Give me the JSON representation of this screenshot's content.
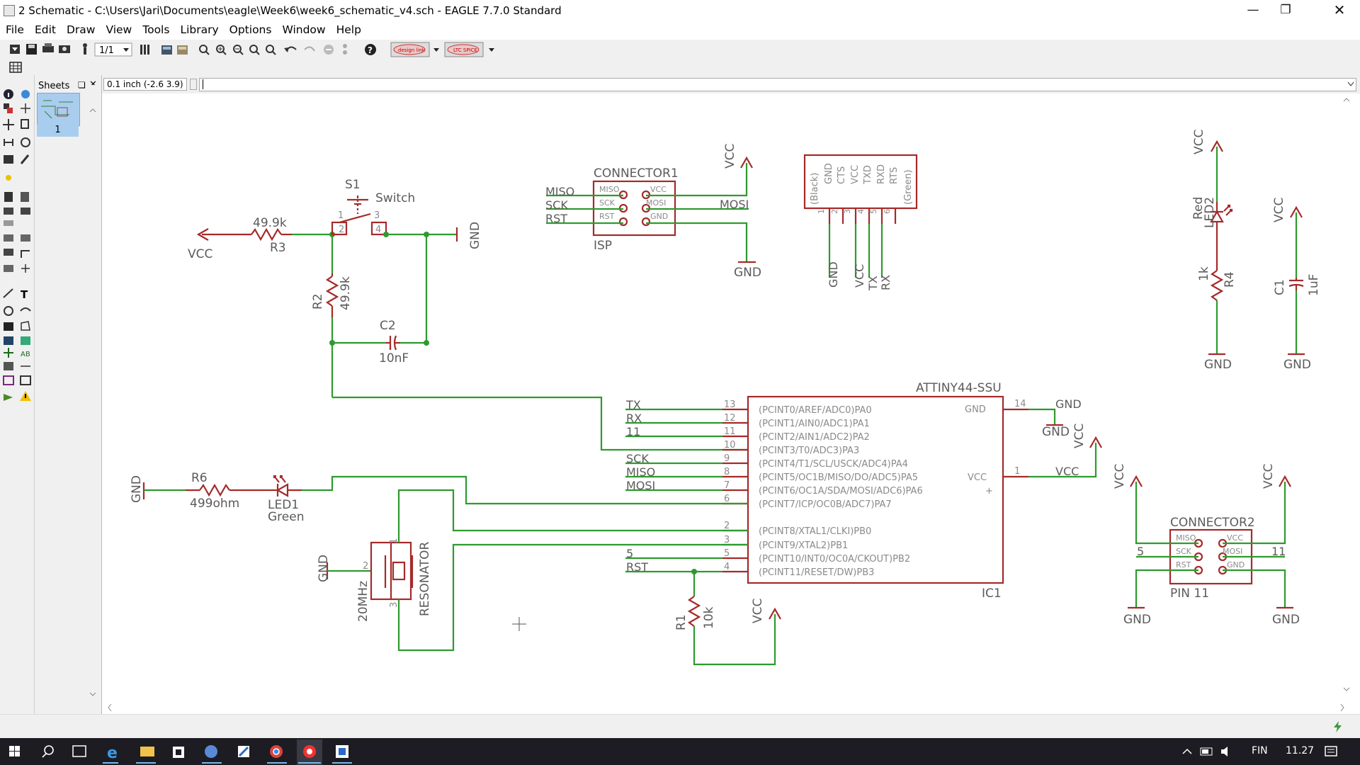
{
  "window": {
    "title": "2 Schematic - C:\\Users\\Jari\\Documents\\eagle\\Week6\\week6_schematic_v4.sch - EAGLE 7.7.0 Standard",
    "minimize_icon": "minimize-icon",
    "maximize_icon": "restore-icon",
    "close_icon": "close-icon"
  },
  "menu": [
    "File",
    "Edit",
    "Draw",
    "View",
    "Tools",
    "Library",
    "Options",
    "Window",
    "Help"
  ],
  "toolbar": {
    "sheet_select": "1/1",
    "design_link_label": "design link",
    "ltspice_label": "LTC SPICE"
  },
  "sheets_panel": {
    "title": "Sheets",
    "sheet_number": "1"
  },
  "command_bar": {
    "grid_readout": "0.1 inch (-2.6 3.9)",
    "command_value": ""
  },
  "schematic": {
    "r3_name": "R3",
    "r3_value": "49.9k",
    "r2_name": "R2",
    "r2_value": "49.9k",
    "s1_name": "S1",
    "s1_value": "Switch",
    "s1_pin1": "1",
    "s1_pin2": "2",
    "s1_pin3": "3",
    "s1_pin4": "4",
    "c2_name": "C2",
    "c2_value": "10nF",
    "vcc": "VCC",
    "gnd": "GND",
    "connector1": "CONNECTOR1",
    "connector1_value": "ISP",
    "miso": "MISO",
    "sck": "SCK",
    "rst": "RST",
    "mosi": "MOSI",
    "con_pin_miso": "MISO",
    "con_pin_sck": "SCK",
    "con_pin_rst": "RST",
    "con_pin_vcc": "VCC",
    "con_pin_mosi": "MOSI",
    "con_pin_gnd": "GND",
    "ftdi_pins": [
      "(Black)",
      "GND",
      "CTS",
      "VCC",
      "TXD",
      "RXD",
      "RTS",
      "(Green)"
    ],
    "ftdi_nums": [
      "1",
      "2",
      "3",
      "4",
      "5",
      "6"
    ],
    "tx": "TX",
    "rx": "RX",
    "led2_name": "LED2",
    "led2_value": "Red",
    "r4_name": "R4",
    "r4_value": "1k",
    "c1_name": "C1",
    "c1_value": "1uF",
    "ic1_value": "ATTINY44-SSU",
    "ic1_name": "IC1",
    "ic_pins_left": [
      "(PCINT0/AREF/ADC0)PA0",
      "(PCINT1/AIN0/ADC1)PA1",
      "(PCINT2/AIN1/ADC2)PA2",
      "(PCINT3/T0/ADC3)PA3",
      "(PCINT4/T1/SCL/USCK/ADC4)PA4",
      "(PCINT5/OC1B/MISO/DO/ADC5)PA5",
      "(PCINT6/OC1A/SDA/MOSI/ADC6)PA6",
      "(PCINT7/ICP/OC0B/ADC7)PA7",
      "(PCINT8/XTAL1/CLKI)PB0",
      "(PCINT9/XTAL2)PB1",
      "(PCINT10/INT0/OC0A/CKOUT)PB2",
      "(PCINT11/RESET/DW)PB3"
    ],
    "ic_pin_nums": [
      "13",
      "12",
      "11",
      "10",
      "9",
      "8",
      "7",
      "6",
      "2",
      "3",
      "5",
      "4"
    ],
    "ic_gnd_pin": "GND",
    "ic_gnd_num": "14",
    "ic_vcc_pin": "VCC",
    "ic_vcc_num": "1",
    "net_11": "11",
    "net_5": "5",
    "r6_name": "R6",
    "r6_value": "499ohm",
    "led1_name": "LED1",
    "led1_value": "Green",
    "resonator_value": "20MHz",
    "resonator_name": "RESONATOR",
    "res_pin1": "1",
    "res_pin2": "2",
    "res_pin3": "3",
    "r1_name": "R1",
    "r1_value": "10k",
    "connector2": "CONNECTOR2",
    "connector2_value": "PIN 11"
  },
  "taskbar": {
    "language": "FIN",
    "time": "11.27"
  }
}
